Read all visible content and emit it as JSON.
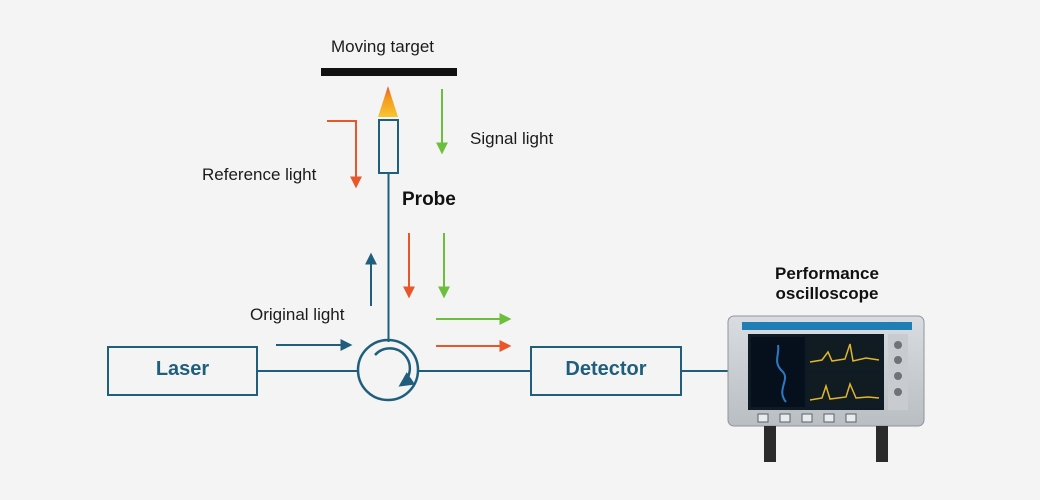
{
  "labels": {
    "moving_target": "Moving target",
    "signal_light": "Signal light",
    "reference_light": "Reference light",
    "probe": "Probe",
    "original_light": "Original light",
    "laser": "Laser",
    "detector": "Detector",
    "oscilloscope_line1": "Performance",
    "oscilloscope_line2": "oscilloscope"
  },
  "colors": {
    "line": "#1f5f7c",
    "reference_arrow": "#e8562a",
    "signal_arrow": "#6cbf3c",
    "target_bar": "#111111",
    "background": "#f4f4f4"
  },
  "icons": {
    "circulator": "circulator-icon",
    "probe_tip": "probe-tip-icon",
    "oscilloscope": "oscilloscope-icon"
  }
}
